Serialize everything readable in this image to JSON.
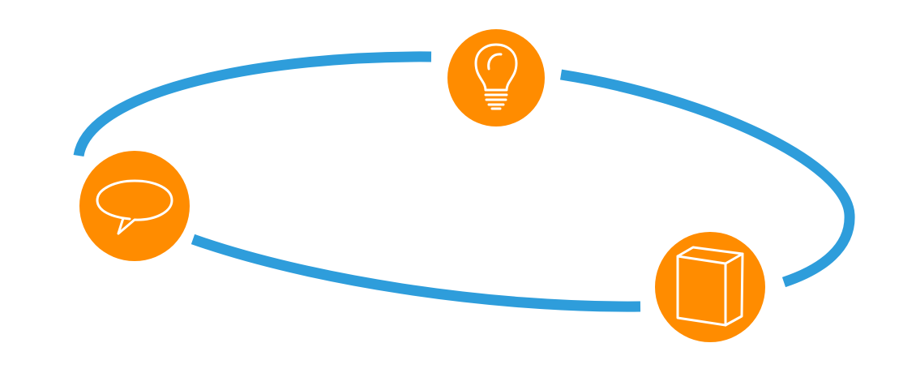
{
  "diagram": {
    "type": "cycle",
    "ring_color": "#2e9ddb",
    "node_color": "#ff8c00",
    "icon_color": "#ffffff",
    "nodes": [
      {
        "id": "idea",
        "icon": "lightbulb-icon"
      },
      {
        "id": "product",
        "icon": "box-icon"
      },
      {
        "id": "feedback",
        "icon": "speech-bubble-icon"
      }
    ]
  }
}
